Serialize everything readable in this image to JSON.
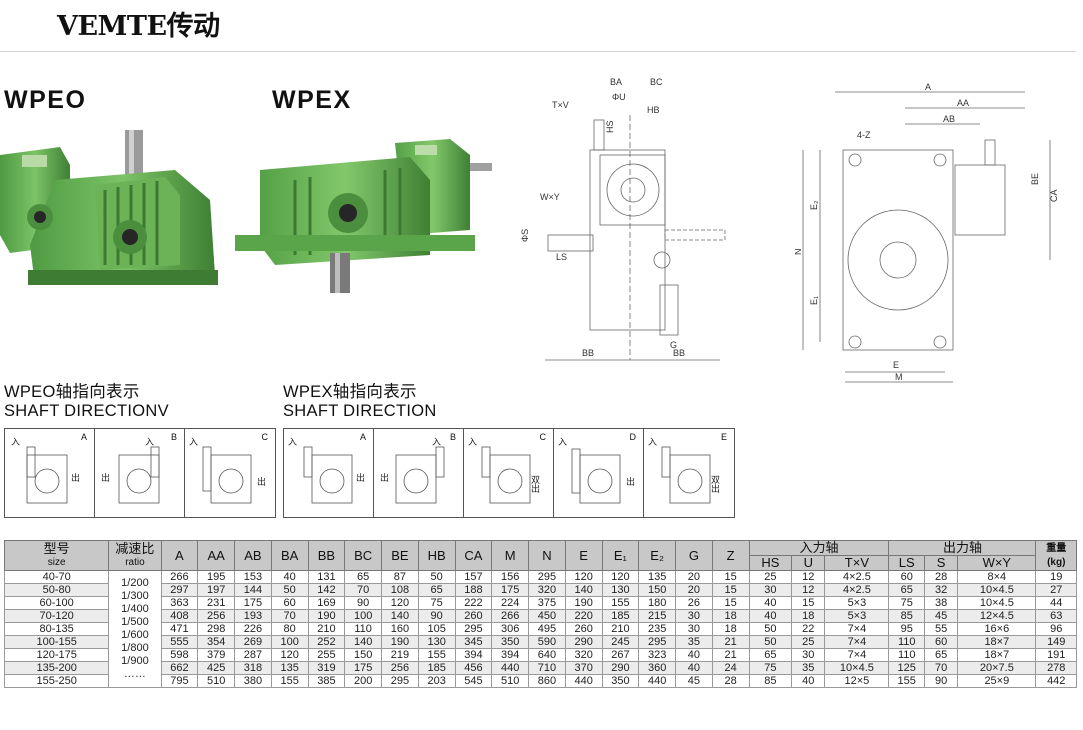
{
  "brand": "VEMTE传动",
  "models": {
    "left": "WPEO",
    "right": "WPEX"
  },
  "drawing_labels": {
    "side": [
      "BA",
      "BC",
      "ΦU",
      "T×V",
      "HB",
      "HS",
      "W×Y",
      "ΦS",
      "LS",
      "G",
      "BB",
      "BB"
    ],
    "top": [
      "A",
      "AA",
      "AB",
      "4-Z",
      "E₂",
      "N",
      "E₁",
      "BE",
      "CA",
      "E",
      "M"
    ]
  },
  "shaft": {
    "wpeo_title_cn": "WPEO轴指向表示",
    "wpeo_title_en": "SHAFT DIRECTIONV",
    "wpex_title_cn": "WPEX轴指向表示",
    "wpex_title_en": "SHAFT DIRECTION",
    "wpeo_cells": [
      {
        "letter": "A",
        "in": "入",
        "out": "出"
      },
      {
        "letter": "B",
        "in": "入",
        "out": "出"
      },
      {
        "letter": "C",
        "in": "入",
        "out": "出"
      }
    ],
    "wpex_cells": [
      {
        "letter": "A",
        "in": "入",
        "out": "出"
      },
      {
        "letter": "B",
        "in": "入",
        "out": "出"
      },
      {
        "letter": "C",
        "in": "入",
        "out": "双出"
      },
      {
        "letter": "D",
        "in": "入",
        "out": "出"
      },
      {
        "letter": "E",
        "in": "入",
        "out": "双出"
      }
    ]
  },
  "table": {
    "h_size_cn": "型号",
    "h_size_en": "size",
    "h_ratio_cn": "减速比",
    "h_ratio_en": "ratio",
    "h_input": "入力轴",
    "h_output": "出力轴",
    "h_weight_cn": "重量",
    "h_weight_unit": "(kg)",
    "cols_mid": [
      "A",
      "AA",
      "AB",
      "BA",
      "BB",
      "BC",
      "BE",
      "HB",
      "CA",
      "M",
      "N",
      "E",
      "E₁",
      "E₂",
      "G",
      "Z"
    ],
    "cols_input": [
      "HS",
      "U",
      "T×V"
    ],
    "cols_output": [
      "LS",
      "S",
      "W×Y"
    ],
    "ratios": [
      "1/200",
      "1/300",
      "1/400",
      "1/500",
      "1/600",
      "1/800",
      "1/900",
      "……"
    ],
    "rows": [
      {
        "size": "40-70",
        "v": [
          "266",
          "195",
          "153",
          "40",
          "131",
          "65",
          "87",
          "50",
          "157",
          "156",
          "295",
          "120",
          "120",
          "135",
          "20",
          "15"
        ],
        "inp": [
          "25",
          "12",
          "4×2.5"
        ],
        "out": [
          "60",
          "28",
          "8×4"
        ],
        "w": "19"
      },
      {
        "size": "50-80",
        "v": [
          "297",
          "197",
          "144",
          "50",
          "142",
          "70",
          "108",
          "65",
          "188",
          "175",
          "320",
          "140",
          "130",
          "150",
          "20",
          "15"
        ],
        "inp": [
          "30",
          "12",
          "4×2.5"
        ],
        "out": [
          "65",
          "32",
          "10×4.5"
        ],
        "w": "27"
      },
      {
        "size": "60-100",
        "v": [
          "363",
          "231",
          "175",
          "60",
          "169",
          "90",
          "120",
          "75",
          "222",
          "224",
          "375",
          "190",
          "155",
          "180",
          "26",
          "15"
        ],
        "inp": [
          "40",
          "15",
          "5×3"
        ],
        "out": [
          "75",
          "38",
          "10×4.5"
        ],
        "w": "44"
      },
      {
        "size": "70-120",
        "v": [
          "408",
          "256",
          "193",
          "70",
          "190",
          "100",
          "140",
          "90",
          "260",
          "266",
          "450",
          "220",
          "185",
          "215",
          "30",
          "18"
        ],
        "inp": [
          "40",
          "18",
          "5×3"
        ],
        "out": [
          "85",
          "45",
          "12×4.5"
        ],
        "w": "63"
      },
      {
        "size": "80-135",
        "v": [
          "471",
          "298",
          "226",
          "80",
          "210",
          "110",
          "160",
          "105",
          "295",
          "306",
          "495",
          "260",
          "210",
          "235",
          "30",
          "18"
        ],
        "inp": [
          "50",
          "22",
          "7×4"
        ],
        "out": [
          "95",
          "55",
          "16×6"
        ],
        "w": "96"
      },
      {
        "size": "100-155",
        "v": [
          "555",
          "354",
          "269",
          "100",
          "252",
          "140",
          "190",
          "130",
          "345",
          "350",
          "590",
          "290",
          "245",
          "295",
          "35",
          "21"
        ],
        "inp": [
          "50",
          "25",
          "7×4"
        ],
        "out": [
          "110",
          "60",
          "18×7"
        ],
        "w": "149"
      },
      {
        "size": "120-175",
        "v": [
          "598",
          "379",
          "287",
          "120",
          "255",
          "150",
          "219",
          "155",
          "394",
          "394",
          "640",
          "320",
          "267",
          "323",
          "40",
          "21"
        ],
        "inp": [
          "65",
          "30",
          "7×4"
        ],
        "out": [
          "110",
          "65",
          "18×7"
        ],
        "w": "191"
      },
      {
        "size": "135-200",
        "v": [
          "662",
          "425",
          "318",
          "135",
          "319",
          "175",
          "256",
          "185",
          "456",
          "440",
          "710",
          "370",
          "290",
          "360",
          "40",
          "24"
        ],
        "inp": [
          "75",
          "35",
          "10×4.5"
        ],
        "out": [
          "125",
          "70",
          "20×7.5"
        ],
        "w": "278"
      },
      {
        "size": "155-250",
        "v": [
          "795",
          "510",
          "380",
          "155",
          "385",
          "200",
          "295",
          "203",
          "545",
          "510",
          "860",
          "440",
          "350",
          "440",
          "45",
          "28"
        ],
        "inp": [
          "85",
          "40",
          "12×5"
        ],
        "out": [
          "155",
          "90",
          "25×9"
        ],
        "w": "442"
      }
    ]
  },
  "colors": {
    "gear_green": "#6fb85a",
    "gear_dark": "#3e7f35",
    "header_gray": "#c8c8c8"
  }
}
